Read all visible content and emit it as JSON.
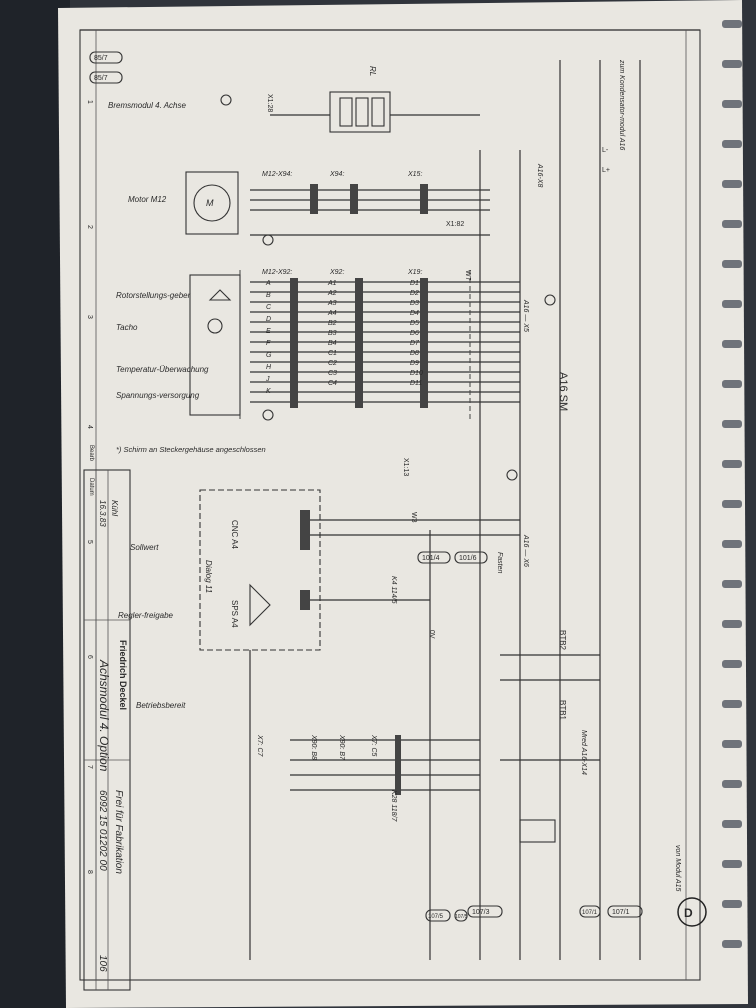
{
  "sheet": {
    "title": "Achsmodul 4. Option",
    "drawing_number": "6092 15 01202 00",
    "sheet": "106",
    "company": "Friedrich Deckel",
    "note_top": "Frei für Fabrikation",
    "date_label": "Datum",
    "date_value": "16.3.83",
    "bearb_label": "Bearb",
    "name_value": "Kühl",
    "column_numbers": [
      "1",
      "2",
      "3",
      "4",
      "5",
      "6",
      "7",
      "8"
    ]
  },
  "labels": {
    "bremsmodul": "Bremsmodul 4. Achse",
    "motor": "Motor M12",
    "rotor": "Rotorstellungs-geber",
    "tacho": "Tacho",
    "temp": "Temperatur-Überwachung",
    "spannung": "Spannungs-versorgung",
    "schirm": "*) Schirm an Steckergehäuse angeschlossen",
    "sollwert": "Sollwert",
    "regler": "Regler-freigabe",
    "betrieb": "Betriebsbereit",
    "a16sm": "A16  SM",
    "dialog": "Dialog 11",
    "cnc": "CNC A4",
    "sps": "SPS A4",
    "von_modul_top": "zum Kondensator-modul A16",
    "von_modul_right": "von Modul A15",
    "mred": "Mred A16-X14",
    "btb1": "BTB1",
    "btb2": "BTB2",
    "fasten": "Fasten",
    "k28": "K28 118/7",
    "k4": "K4 114/5",
    "x1_28": "X1:28",
    "x1_82": "X1:82",
    "x1_13": "X1:13",
    "x12_x94": "M12-X94:",
    "x94": "X94:",
    "x15": "X15:",
    "x12_x92": "M12-X92:",
    "x92": "X92:",
    "x19": "X19:",
    "a16x5": "A16 — X5",
    "a16x6": "A16 — X6",
    "a16x8": "A16-X8",
    "ov": "0V",
    "w7": "W7",
    "w3": "W3",
    "rl": "RL",
    "l_plus": "L+",
    "l_minus": "L-",
    "terminal_codes": [
      "85/7",
      "85/7",
      "107/1",
      "107/1",
      "107/3",
      "107/5",
      "107/5",
      "101/6",
      "101/4"
    ],
    "x92_pins": [
      "A1",
      "A2",
      "A3",
      "A4",
      "B2",
      "B3",
      "B4",
      "C1",
      "C2",
      "C3",
      "C4"
    ],
    "x19_pins": [
      "D1",
      "D2",
      "D3",
      "D4",
      "D5",
      "D6",
      "D7",
      "D8",
      "D9",
      "D10",
      "D11"
    ],
    "m12_pins": [
      "A",
      "B",
      "C",
      "D",
      "E",
      "F",
      "G",
      "H",
      "J",
      "K"
    ],
    "x90_pins": [
      "X7: C5",
      "X90: B7",
      "X90: B8",
      "X7: C7"
    ]
  }
}
